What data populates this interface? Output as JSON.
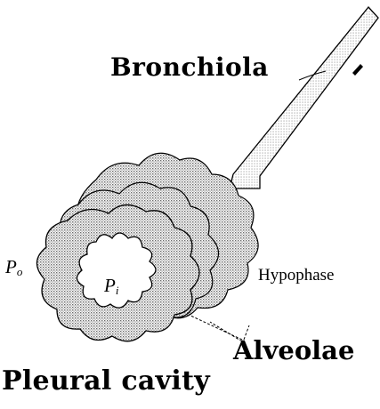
{
  "labels": {
    "bronchiola": "Bronchiola",
    "hypophase": "Hypophase",
    "alveolae": "Alveolae",
    "pleural_cavity": "Pleural cavity",
    "pressure_outer": {
      "symbol": "P",
      "subscript": "o"
    },
    "pressure_inner": {
      "symbol": "P",
      "subscript": "i"
    }
  },
  "colors": {
    "ink": "#000000",
    "stipple": "#9a9a9a",
    "background": "#ffffff"
  }
}
